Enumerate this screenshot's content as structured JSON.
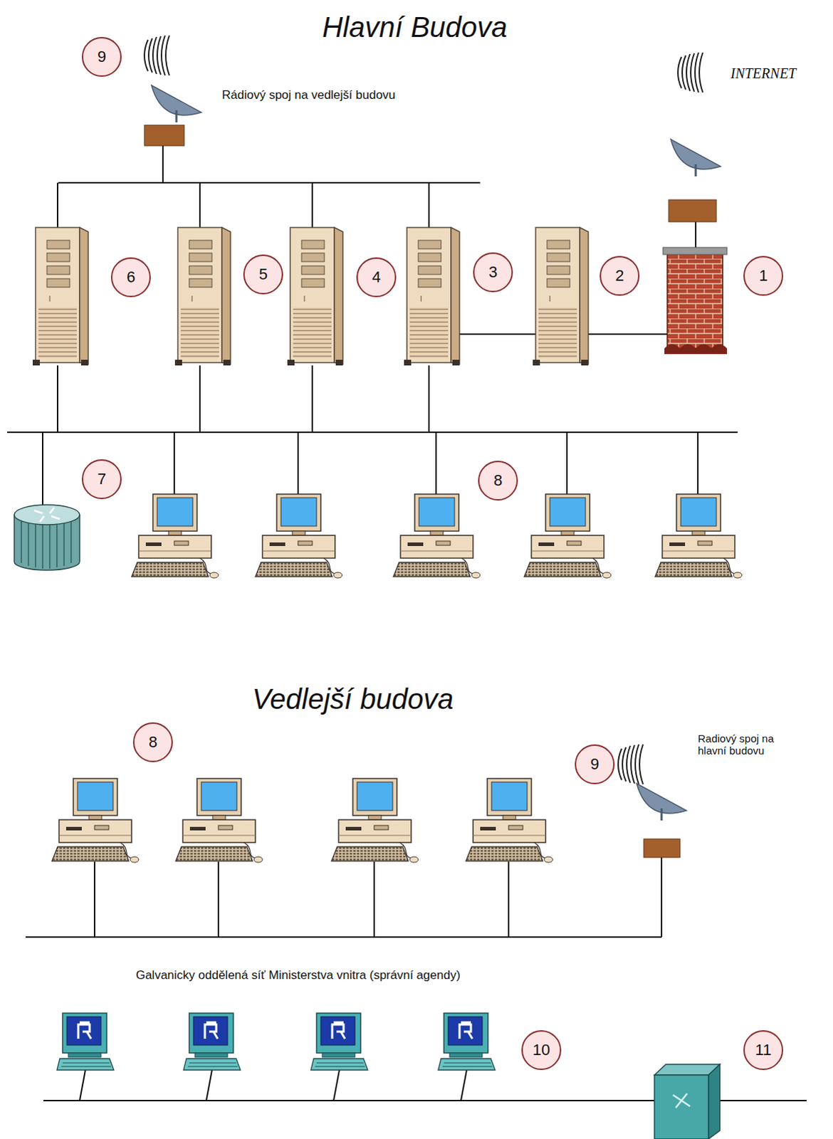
{
  "diagram": {
    "title": "Hlavní Budova",
    "labels": [
      "9",
      "Rádiový spoj na vedlejší budovu",
      "INTERNET",
      "6",
      "5",
      "4",
      "3",
      "2",
      "1",
      "7",
      "8",
      "Vedlejší budova",
      "9",
      "Radiový spoj na hlavní budovu",
      "8",
      "Galvanicky oddělená síť Ministerstva vnitra (správní agendy)",
      "10",
      "11"
    ]
  }
}
